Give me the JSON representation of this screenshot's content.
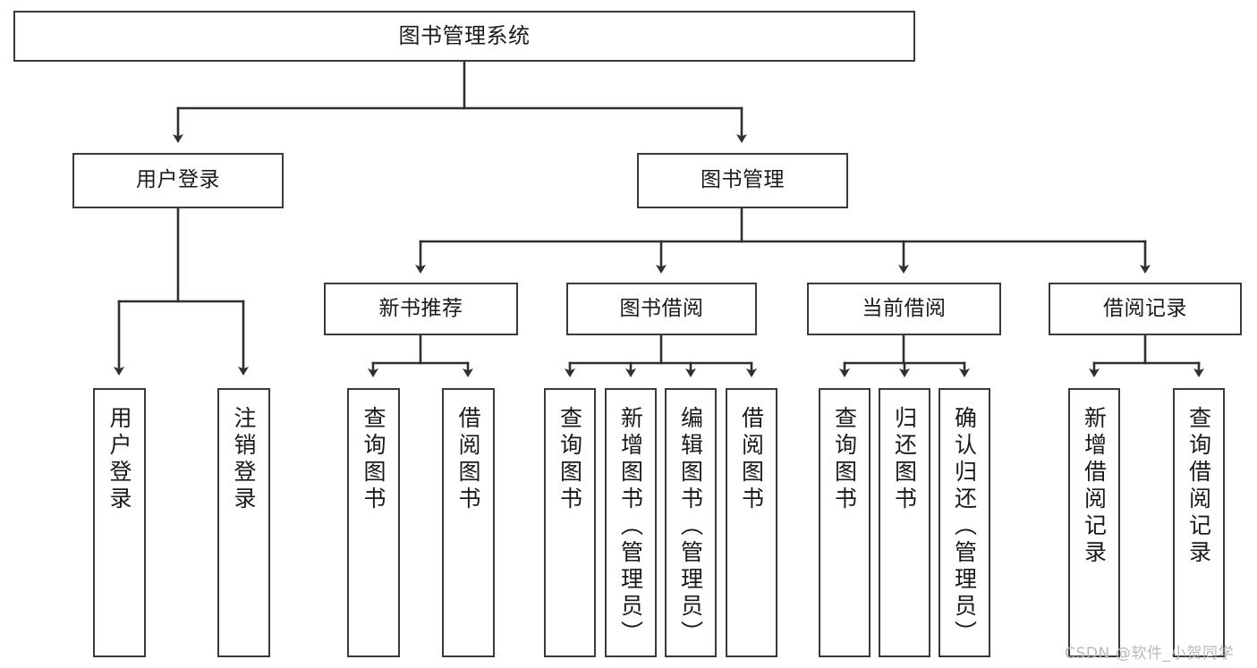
{
  "diagram": {
    "type": "tree-hierarchy",
    "title": "图书管理系统",
    "orientation": "top-down",
    "watermark": "CSDN @软件_小贺同学",
    "colors": {
      "box_border": "#3a3a3a",
      "box_fill": "#ffffff",
      "edge": "#2f2f2f",
      "text": "#1a1a1a",
      "watermark": "#b9b9b9",
      "background": "#ffffff"
    },
    "nodes": {
      "root": {
        "label": "图书管理系统",
        "level": 1,
        "text_direction": "horizontal"
      },
      "user_login": {
        "label": "用户登录",
        "level": 2,
        "text_direction": "horizontal"
      },
      "book_manage": {
        "label": "图书管理",
        "level": 2,
        "text_direction": "horizontal"
      },
      "new_book_rec": {
        "label": "新书推荐",
        "level": 3,
        "text_direction": "horizontal"
      },
      "book_borrow": {
        "label": "图书借阅",
        "level": 3,
        "text_direction": "horizontal"
      },
      "current_borrow": {
        "label": "当前借阅",
        "level": 3,
        "text_direction": "horizontal"
      },
      "borrow_record": {
        "label": "借阅记录",
        "level": 3,
        "text_direction": "horizontal"
      },
      "leaf_user_login": {
        "label": "用户登录",
        "level": 4,
        "text_direction": "vertical"
      },
      "leaf_logout": {
        "label": "注销登录",
        "level": 4,
        "text_direction": "vertical"
      },
      "leaf_query_book_1": {
        "label": "查询图书",
        "level": 4,
        "text_direction": "vertical"
      },
      "leaf_borrow_book_1": {
        "label": "借阅图书",
        "level": 4,
        "text_direction": "vertical"
      },
      "leaf_query_book_2": {
        "label": "查询图书",
        "level": 4,
        "text_direction": "vertical"
      },
      "leaf_add_book": {
        "label": "新增图书（管理员）",
        "level": 4,
        "text_direction": "vertical"
      },
      "leaf_edit_book": {
        "label": "编辑图书（管理员）",
        "level": 4,
        "text_direction": "vertical"
      },
      "leaf_borrow_book_2": {
        "label": "借阅图书",
        "level": 4,
        "text_direction": "vertical"
      },
      "leaf_query_book_3": {
        "label": "查询图书",
        "level": 4,
        "text_direction": "vertical"
      },
      "leaf_return_book": {
        "label": "归还图书",
        "level": 4,
        "text_direction": "vertical"
      },
      "leaf_confirm_return": {
        "label": "确认归还（管理员）",
        "level": 4,
        "text_direction": "vertical"
      },
      "leaf_add_record": {
        "label": "新增借阅记录",
        "level": 4,
        "text_direction": "vertical"
      },
      "leaf_query_record": {
        "label": "查询借阅记录",
        "level": 4,
        "text_direction": "vertical"
      }
    },
    "edges": [
      {
        "from": "root",
        "to": "user_login"
      },
      {
        "from": "root",
        "to": "book_manage"
      },
      {
        "from": "user_login",
        "to": "leaf_user_login"
      },
      {
        "from": "user_login",
        "to": "leaf_logout"
      },
      {
        "from": "book_manage",
        "to": "new_book_rec"
      },
      {
        "from": "book_manage",
        "to": "book_borrow"
      },
      {
        "from": "book_manage",
        "to": "current_borrow"
      },
      {
        "from": "book_manage",
        "to": "borrow_record"
      },
      {
        "from": "new_book_rec",
        "to": "leaf_query_book_1"
      },
      {
        "from": "new_book_rec",
        "to": "leaf_borrow_book_1"
      },
      {
        "from": "book_borrow",
        "to": "leaf_query_book_2"
      },
      {
        "from": "book_borrow",
        "to": "leaf_add_book"
      },
      {
        "from": "book_borrow",
        "to": "leaf_edit_book"
      },
      {
        "from": "book_borrow",
        "to": "leaf_borrow_book_2"
      },
      {
        "from": "current_borrow",
        "to": "leaf_query_book_3"
      },
      {
        "from": "current_borrow",
        "to": "leaf_return_book"
      },
      {
        "from": "current_borrow",
        "to": "leaf_confirm_return"
      },
      {
        "from": "borrow_record",
        "to": "leaf_add_record"
      },
      {
        "from": "borrow_record",
        "to": "leaf_query_record"
      }
    ]
  }
}
